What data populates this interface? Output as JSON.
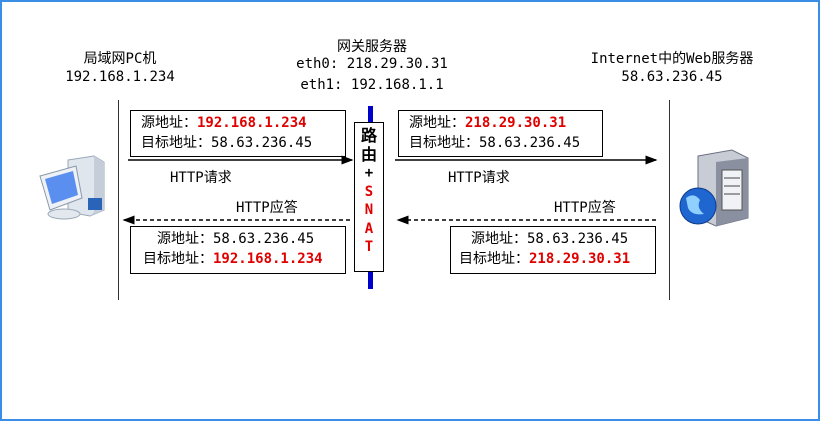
{
  "left_host": {
    "title": "局域网PC机",
    "ip": "192.168.1.234"
  },
  "gateway": {
    "title": "网关服务器",
    "eth0": "eth0: 218.29.30.31",
    "eth1": "eth1: 192.168.1.1",
    "label_chars": [
      "路",
      "由",
      "+",
      "S",
      "N",
      "A",
      "T"
    ]
  },
  "right_host": {
    "title": "Internet中的Web服务器",
    "ip": "58.63.236.45"
  },
  "src_label": "源地址：",
  "dst_label": "目标地址：",
  "req_left": {
    "src": "192.168.1.234",
    "dst": "58.63.236.45"
  },
  "req_right": {
    "src": "218.29.30.31",
    "dst": "58.63.236.45"
  },
  "resp_left": {
    "src": "58.63.236.45",
    "dst": "192.168.1.234"
  },
  "resp_right": {
    "src": "58.63.236.45",
    "dst": "218.29.30.31"
  },
  "http_request": "HTTP请求",
  "http_response": "HTTP应答",
  "colors": {
    "frame": "#3a8ee6",
    "highlight": "#e00000",
    "gateway_line": "#0000cc"
  }
}
